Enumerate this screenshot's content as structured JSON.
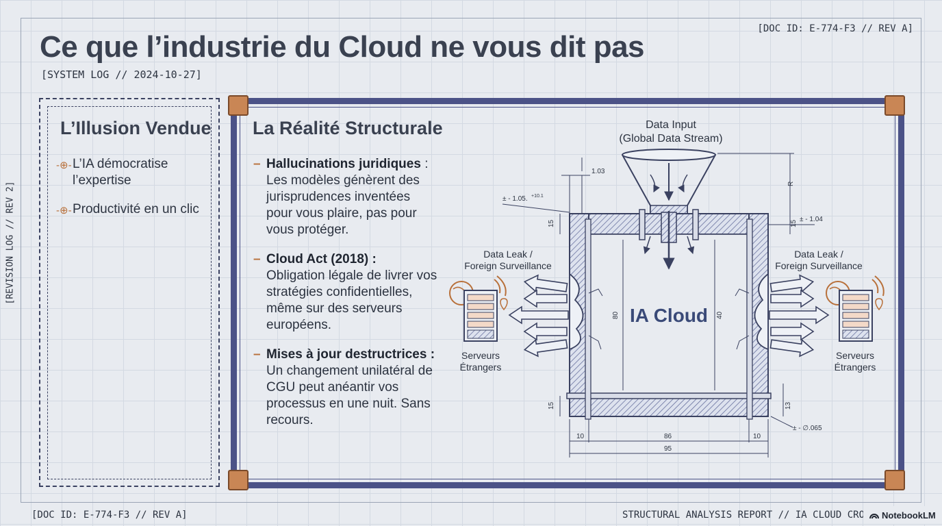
{
  "header": {
    "title": "Ce que l’industrie du Cloud ne vous dit pas",
    "system_log": "[SYSTEM LOG // 2024-10-27]",
    "doc_id_top": "[DOC ID: E-774-F3 // REV A]",
    "revision_log": "[REVISION LOG // REV 2]"
  },
  "footer": {
    "doc_id": "[DOC ID: E-774-F3 // REV A]",
    "report": "STRUCTURAL ANALYSIS REPORT // IA CLOUD CROSS",
    "brand": "NotebookLM"
  },
  "illusion": {
    "title": "L’Illusion Vendue",
    "items": [
      {
        "line1": "L’IA démocratise",
        "line2": "l’expertise"
      },
      {
        "line1": "Productivité en un clic",
        "line2": ""
      }
    ]
  },
  "reality": {
    "title": "La Réalité Structurale",
    "items": [
      {
        "heading": "Hallucinations juridiques",
        "sep": " :",
        "text": "Les modèles génèrent des jurisprudences inventées pour vous plaire, pas pour vous protéger."
      },
      {
        "heading": "Cloud Act (2018) :",
        "sep": "",
        "text": "Obligation légale de livrer vos stratégies confidentielles, même sur des serveurs européens."
      },
      {
        "heading": "Mises à jour destructrices :",
        "sep": "",
        "text": "Un changement unilatéral de CGU peut anéantir vos processus en une nuit. Sans recours."
      }
    ]
  },
  "diagram": {
    "input_label_1": "Data Input",
    "input_label_2": "(Global Data Stream)",
    "center_label": "IA Cloud",
    "leak_left_1": "Data Leak /",
    "leak_left_2": "Foreign Surveillance",
    "leak_right_1": "Data Leak /",
    "leak_right_2": "Foreign Surveillance",
    "server_left_1": "Serveurs",
    "server_left_2": "Étrangers",
    "server_right_1": "Serveurs",
    "server_right_2": "Étrangers",
    "dimensions": {
      "d103": "1.03",
      "d105": "± - 1.05.",
      "d105sup": "+10.1",
      "d104": "± - 1.04",
      "dR": "R",
      "d15a": "15",
      "d15b": "15",
      "d15c": "15",
      "d13": "13",
      "d80": "80",
      "d40": "40",
      "d10a": "10",
      "d86": "86",
      "d10b": "10",
      "d95": "95",
      "d065": "± - ∅.065"
    }
  },
  "colors": {
    "accent": "#b8703a",
    "frame": "#4b5287",
    "ink": "#2c3340",
    "background": "#e8ebf0"
  }
}
